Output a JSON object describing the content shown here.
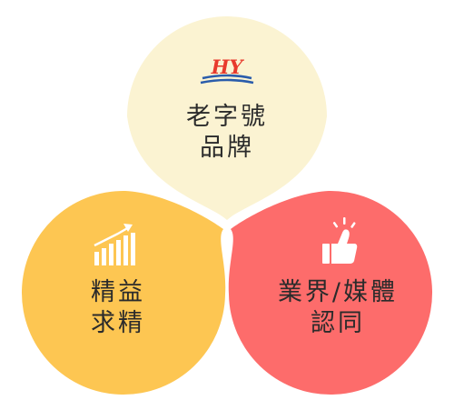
{
  "diagram": {
    "nodes": [
      {
        "id": "brand",
        "lines": [
          "老字號",
          "品牌"
        ],
        "icon": "hy-logo",
        "logo_text": "HY",
        "fill": "#fbf3d2"
      },
      {
        "id": "quality",
        "lines": [
          "精益",
          "求精"
        ],
        "icon": "bar-chart-growth-icon",
        "fill": "#fdc652"
      },
      {
        "id": "recognition",
        "lines": [
          "業界/媒體",
          "認同"
        ],
        "icon": "thumbs-up-icon",
        "fill": "#fd6c6b"
      }
    ],
    "colors": {
      "logo_red": "#e83a2c",
      "logo_blue": "#2a5cab",
      "icon_white": "#ffffff"
    }
  }
}
